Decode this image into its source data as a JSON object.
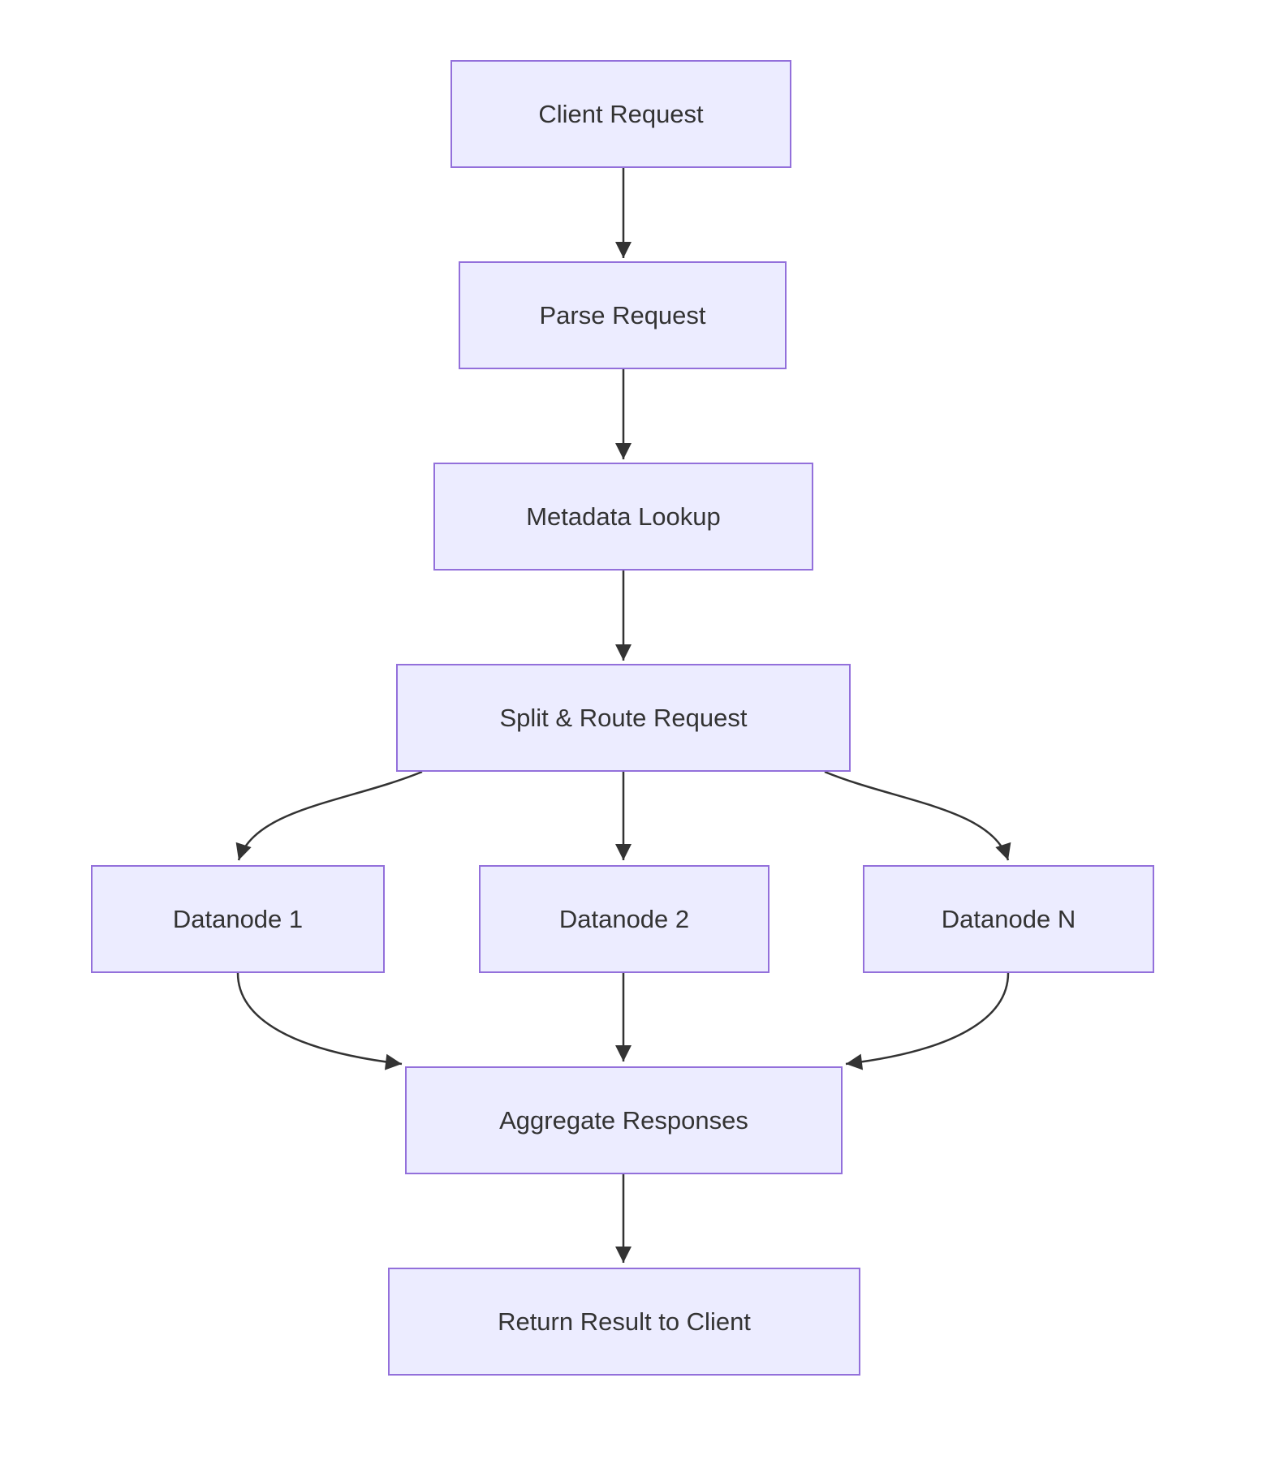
{
  "diagram": {
    "type": "flowchart",
    "direction": "top-down",
    "colors": {
      "background": "#ffffff",
      "node_fill": "#ECECFF",
      "node_border": "#9370DB",
      "edge_color": "#333333",
      "text_color": "#333333"
    },
    "nodes": {
      "client": {
        "label": "Client Request"
      },
      "parse": {
        "label": "Parse Request"
      },
      "metadata": {
        "label": "Metadata Lookup"
      },
      "split": {
        "label": "Split & Route Request"
      },
      "datanode1": {
        "label": "Datanode 1"
      },
      "datanode2": {
        "label": "Datanode 2"
      },
      "datanodeN": {
        "label": "Datanode N"
      },
      "aggregate": {
        "label": "Aggregate Responses"
      },
      "return": {
        "label": "Return Result to Client"
      }
    },
    "edges": [
      {
        "from": "Client Request",
        "to": "Parse Request"
      },
      {
        "from": "Parse Request",
        "to": "Metadata Lookup"
      },
      {
        "from": "Metadata Lookup",
        "to": "Split & Route Request"
      },
      {
        "from": "Split & Route Request",
        "to": "Datanode 1"
      },
      {
        "from": "Split & Route Request",
        "to": "Datanode 2"
      },
      {
        "from": "Split & Route Request",
        "to": "Datanode N"
      },
      {
        "from": "Datanode 1",
        "to": "Aggregate Responses"
      },
      {
        "from": "Datanode 2",
        "to": "Aggregate Responses"
      },
      {
        "from": "Datanode N",
        "to": "Aggregate Responses"
      },
      {
        "from": "Aggregate Responses",
        "to": "Return Result to Client"
      }
    ]
  }
}
